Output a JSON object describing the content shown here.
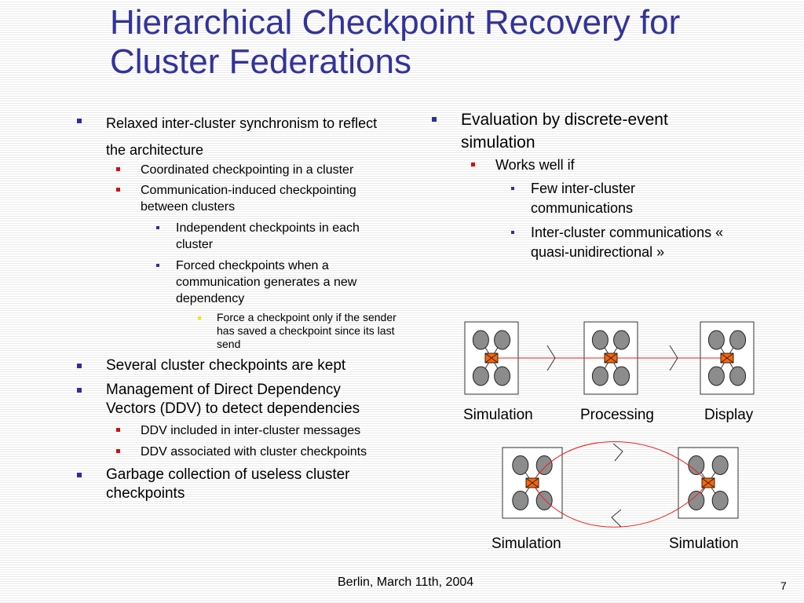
{
  "slide": {
    "title": "Hierarchical Checkpoint Recovery for Cluster Federations",
    "footer": "Berlin, March 11th, 2004",
    "page_number": "7"
  },
  "left_column": {
    "item1": "Relaxed inter-cluster synchronism to reflect the architecture",
    "item1_sub1": "Coordinated checkpointing in a cluster",
    "item1_sub2": "Communication-induced checkpointing between clusters",
    "item1_sub2_sub1": "Independent checkpoints in each cluster",
    "item1_sub2_sub2": "Forced checkpoints when a communication generates a new dependency",
    "item1_sub2_sub2_sub1": "Force a checkpoint only if the sender has saved a checkpoint since its last send",
    "item2": "Several cluster checkpoints are kept",
    "item3": "Management of Direct Dependency Vectors (DDV) to detect dependencies",
    "item3_sub1": "DDV included in inter-cluster messages",
    "item3_sub2": "DDV associated with cluster checkpoints",
    "item4": "Garbage collection of useless cluster checkpoints"
  },
  "right_column": {
    "item1": "Evaluation by discrete-event simulation",
    "item1_sub1": "Works well if",
    "item1_sub1_sub1": "Few inter-cluster communications",
    "item1_sub1_sub2": "Inter-cluster communications « quasi-unidirectional »"
  },
  "diagram": {
    "chain_labels": [
      "Simulation",
      "Processing",
      "Display"
    ],
    "loop_labels": [
      "Simulation",
      "Simulation"
    ],
    "colors": {
      "node": "#8c8c8c",
      "link": "#ee2222",
      "router": "#ff6600"
    }
  }
}
